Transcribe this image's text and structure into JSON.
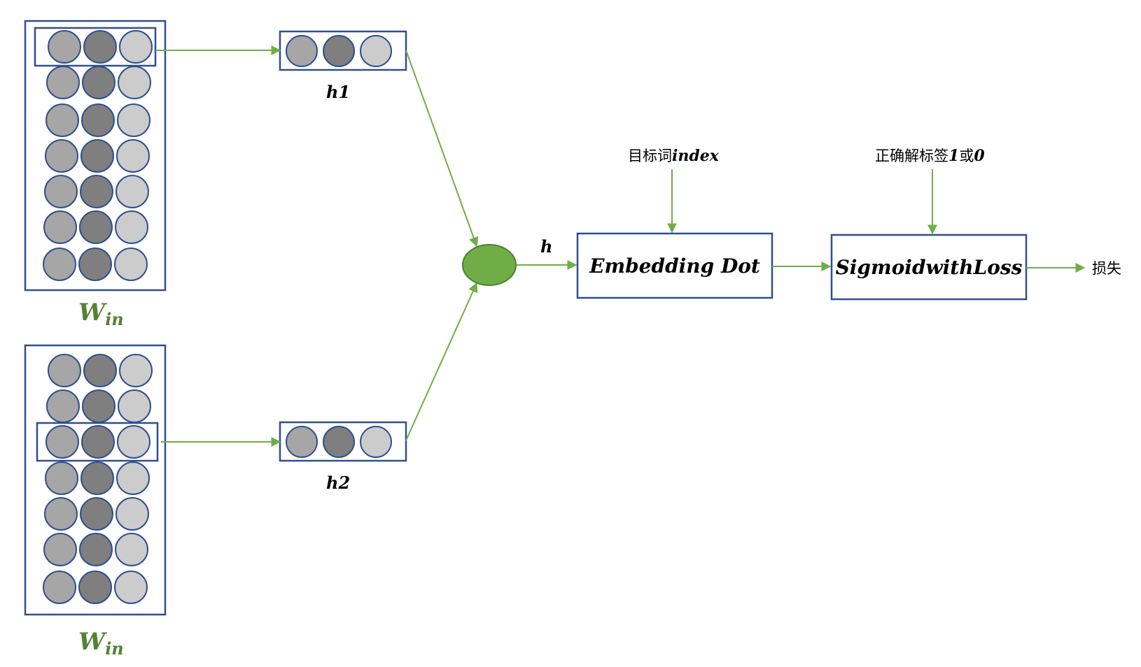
{
  "colors": {
    "box_stroke": "#2F4F8F",
    "flow_line": "#70AD47",
    "sum_node": "#70AD47",
    "w_label": "#548235",
    "cell_light": "#CCCCCC",
    "cell_mid": "#A6A6A6",
    "cell_dark": "#7F7F7F"
  },
  "matrix_top": {
    "label_main": "W",
    "label_sub": "in",
    "selected_row": 1
  },
  "matrix_bottom": {
    "label_main": "W",
    "label_sub": "in",
    "selected_row": 3
  },
  "vec_h1": {
    "label": "h1"
  },
  "vec_h2": {
    "label": "h2"
  },
  "sum_node": {
    "icon": "ellipse-node"
  },
  "h_label": "h",
  "embedding_dot": {
    "title": "Embedding Dot",
    "input_cn": "目标词",
    "input_en": "index"
  },
  "sigmoid_loss": {
    "title": "SigmoidwithLoss",
    "input_cn": "正确解标签",
    "input_one": "1",
    "input_or": "或",
    "input_zero": "0"
  },
  "output_label": "损失"
}
